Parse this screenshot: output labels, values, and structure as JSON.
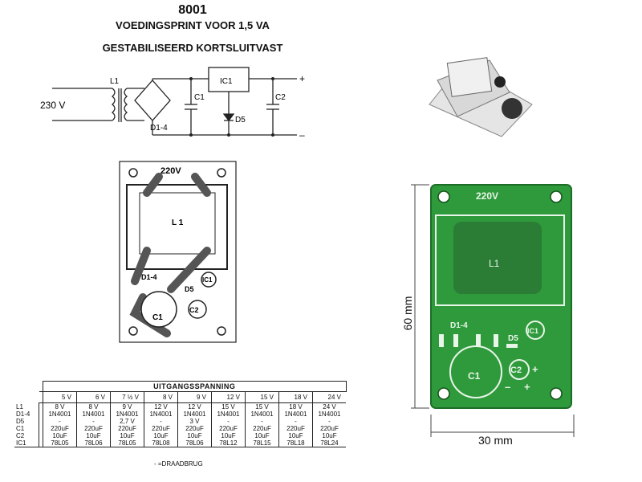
{
  "header": {
    "code": "8001",
    "title_line1": "VOEDINGSPRINT VOOR 1,5 VA",
    "title_line2": "GESTABILISEERD KORTSLUITVAST"
  },
  "schematic": {
    "input_voltage": "230 V",
    "transformer": "L1",
    "bridge": "D1-4",
    "cap_in": "C1",
    "regulator": "IC1",
    "zener": "D5",
    "cap_out": "C2",
    "plus": "+",
    "minus": "–"
  },
  "pcb_layout": {
    "mains_label": "220V",
    "transformer": "L 1",
    "bridge": "D1-4",
    "zener": "D5",
    "regulator": "IC1",
    "cap1": "C1",
    "cap2": "C2"
  },
  "pcb_photo": {
    "mains_label": "220V",
    "transformer": "L1",
    "bridge": "D1-4",
    "zener": "D5",
    "regulator": "IC1",
    "cap1": "C1",
    "cap2": "C2",
    "plus": "+",
    "minus": "–",
    "height_label": "60 mm",
    "width_label": "30 mm"
  },
  "table": {
    "title": "UITGANGSSPANNING",
    "voltages": [
      "5 V",
      "6 V",
      "7 ½ V",
      "8 V",
      "9 V",
      "12 V",
      "15 V",
      "18 V",
      "24 V"
    ],
    "row_labels": [
      "L1",
      "D1-4",
      "D5",
      "C1",
      "C2",
      "IC1"
    ],
    "columns": [
      [
        "8 V\n1N4001\n-\n220uF\n10uF\n78L05",
        "8 V\n1N4001\n-\n220uF\n10uF\n78L06",
        "9 V\n1N4001\n2,7 V\n220uF\n10uF\n78L05",
        "12 V\n1N4001\n-\n220uF\n10uF\n78L08",
        "12 V\n1N4001\n3 V\n220uF\n10uF\n78L06",
        "15 V\n1N4001\n-\n220uF\n10uF\n78L12",
        "15 V\n1N4001\n-\n220uF\n10uF\n78L15",
        "18 V\n1N4001\n-\n220uF\n10uF\n78L18",
        "24 V\n1N4001\n-\n220uF\n10uF\n78L24"
      ]
    ],
    "footnote": "- =DRAADBRUG"
  }
}
